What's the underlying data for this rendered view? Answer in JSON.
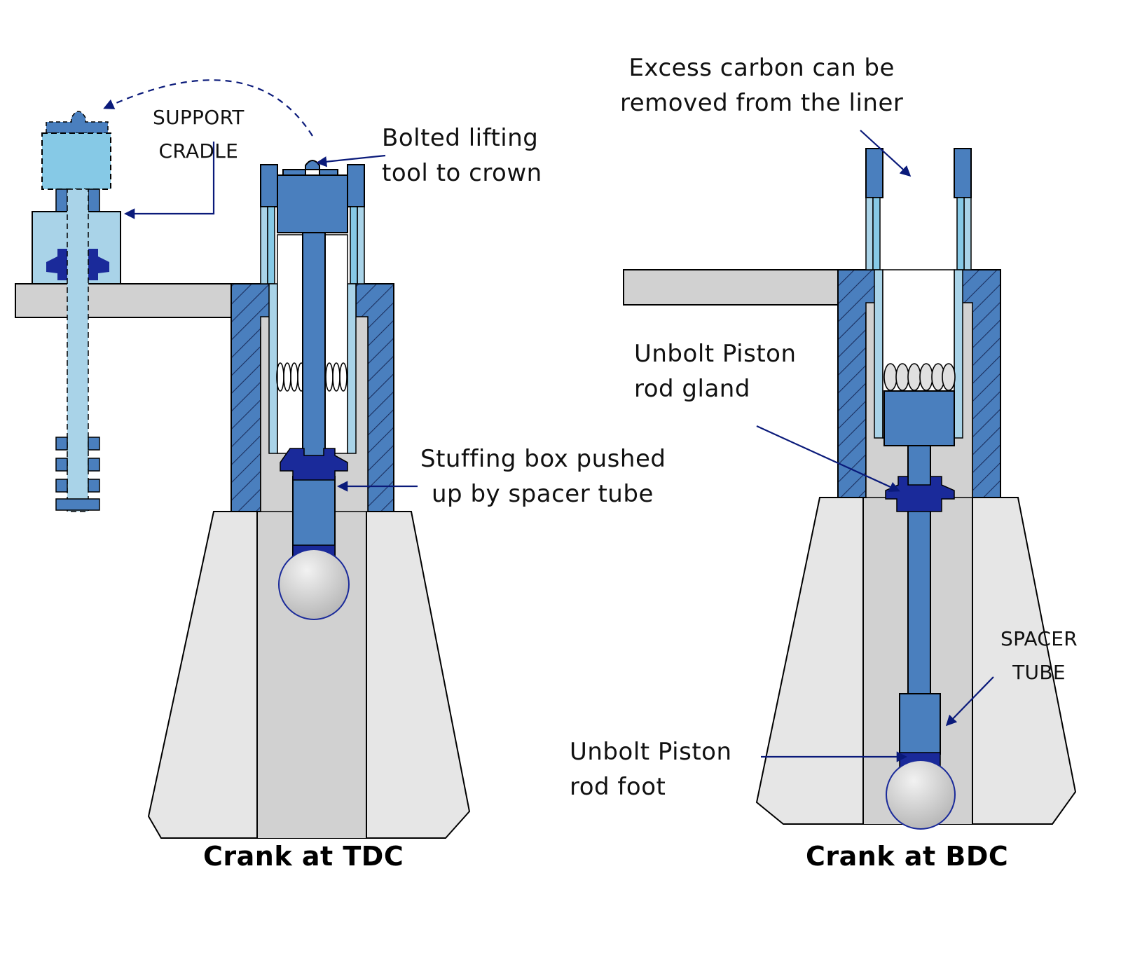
{
  "labels": {
    "support_cradle": [
      "SUPPORT",
      "CRADLE"
    ],
    "bolted_lifting": [
      "Bolted lifting",
      "tool to crown"
    ],
    "stuffing_box": [
      "Stuffing box pushed",
      "up by spacer tube"
    ],
    "excess_carbon": [
      "Excess carbon can be",
      "removed from the liner"
    ],
    "unbolt_gland": [
      "Unbolt Piston",
      "rod gland"
    ],
    "spacer_tube": [
      "SPACER",
      "TUBE"
    ],
    "unbolt_foot": [
      "Unbolt Piston",
      "rod foot"
    ]
  },
  "captions": {
    "tdc": "Crank at TDC",
    "bdc": "Crank at BDC"
  },
  "colors": {
    "steel_blue": "#4a7fbe",
    "dark_blue": "#1a2a9a",
    "light_blue": "#a9d3e8",
    "sky_blue": "#86c9e6",
    "grey": "#d1d1d1",
    "light_grey": "#e6e6e6",
    "arrow": "#0a1a7a"
  }
}
